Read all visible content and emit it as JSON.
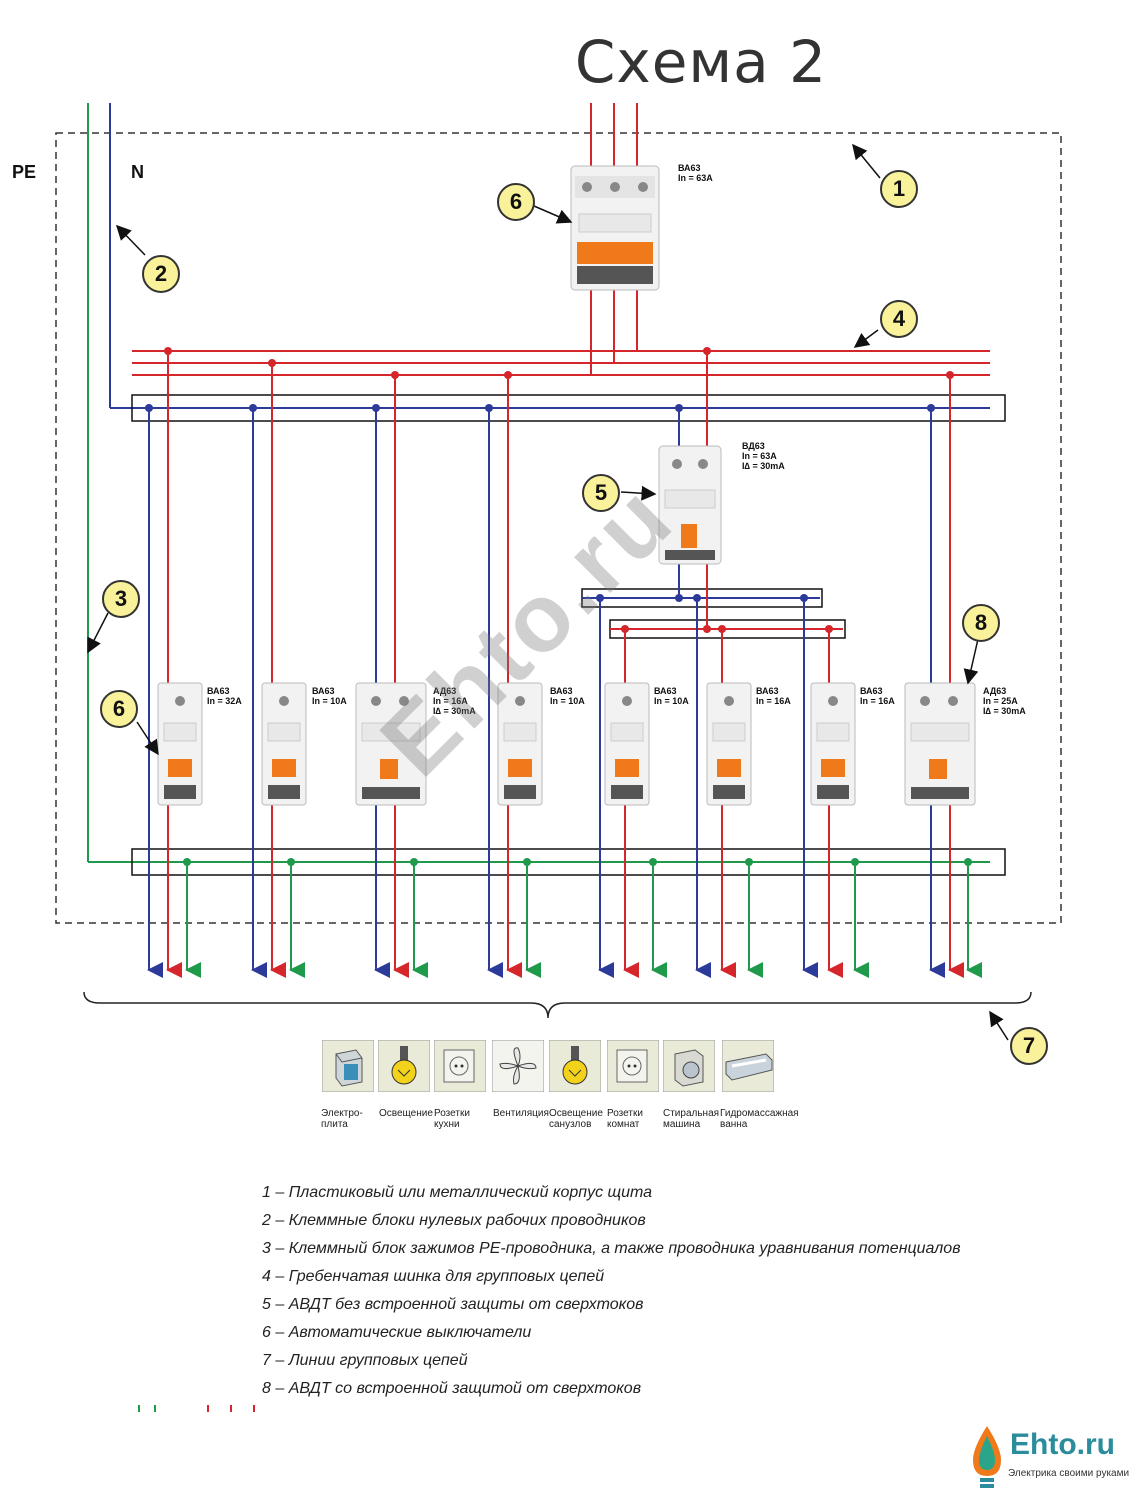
{
  "title": "Схема 2",
  "labels": {
    "pe": "PE",
    "n": "N"
  },
  "callouts": [
    "1",
    "2",
    "3",
    "4",
    "5",
    "6",
    "6",
    "7",
    "8"
  ],
  "devices": {
    "main": "ВА63\nIn = 63A",
    "rcd": "ВД63\nIn = 63A\nI∆ = 30mA",
    "b1": "ВА63\nIn = 32A",
    "b2": "ВА63\nIn = 10A",
    "b3": "АД63\nIn = 16A\nI∆ = 30mA",
    "b4": "ВА63\nIn = 10A",
    "b5": "ВА63\nIn = 10A",
    "b6": "ВА63\nIn = 16A",
    "b7": "ВА63\nIn = 16A",
    "b8": "АД63\nIn = 25A\nI∆ = 30mA"
  },
  "loads": [
    {
      "label": "Электро-\nплита",
      "icon": "stove-icon"
    },
    {
      "label": "Освещение",
      "icon": "lamp-icon"
    },
    {
      "label": "Розетки\nкухни",
      "icon": "socket-icon"
    },
    {
      "label": "Вентиляция",
      "icon": "fan-icon"
    },
    {
      "label": "Освещение\nсанузлов",
      "icon": "lamp-icon"
    },
    {
      "label": "Розетки\nкомнат",
      "icon": "socket-icon"
    },
    {
      "label": "Стиральная\nмашина",
      "icon": "washing-machine-icon"
    },
    {
      "label": "Гидромассажная\nванна",
      "icon": "bathtub-icon"
    }
  ],
  "legend": [
    "1 – Пластиковый или металлический корпус щита",
    "2 – Клеммные блоки нулевых рабочих проводников",
    "3 – Клеммный блок зажимов PE-проводника, а также проводника уравнивания потенциалов",
    "4 – Гребенчатая шинка для групповых цепей",
    "5 – АВДТ без встроенной защиты от сверхтоков",
    "6 – Автоматические выключатели",
    "7 – Линии групповых цепей",
    "8 – АВДТ со встроенной защитой от сверхтоков"
  ],
  "watermark": "Ehto.ru",
  "logo": {
    "name": "Ehto.ru",
    "tagline": "Электрика своими руками"
  },
  "colors": {
    "phase": "#d4262b",
    "neutral": "#2c3a9a",
    "pe": "#1f9a4a",
    "callout": "#f9f29a",
    "device_handle": "#f07a1a"
  }
}
